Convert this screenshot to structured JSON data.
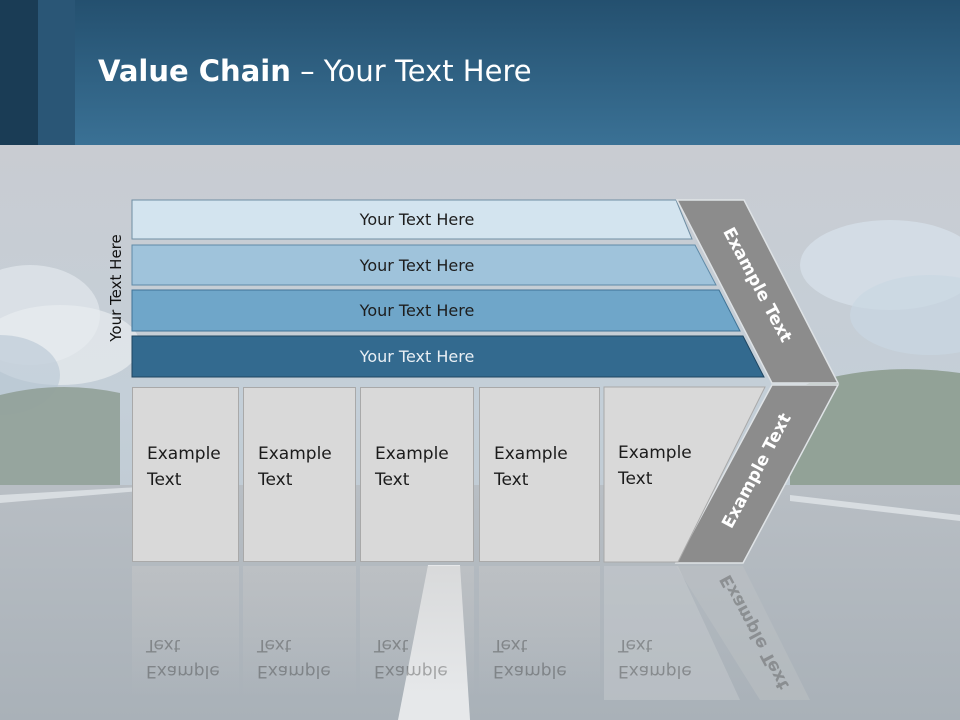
{
  "slide": {
    "title_bold": "Value Chain",
    "title_rest": " – Your Text Here",
    "vertical_label": "Your Text Here",
    "bars": [
      {
        "label": "Your Text Here",
        "color": "#d3e4ef"
      },
      {
        "label": "Your Text Here",
        "color": "#9fc3db"
      },
      {
        "label": "Your Text Here",
        "color": "#6fa6c9"
      },
      {
        "label": "Your Text Here",
        "color": "#336a8f"
      }
    ],
    "boxes": [
      {
        "label": "Example\nText"
      },
      {
        "label": "Example\nText"
      },
      {
        "label": "Example\nText"
      },
      {
        "label": "Example\nText"
      },
      {
        "label": "Example\nText"
      }
    ],
    "chevron_top_label": "Example Text",
    "chevron_bottom_label": "Example Text",
    "chevron_color": "#8c8c8c",
    "header_color": "#2f6286"
  }
}
